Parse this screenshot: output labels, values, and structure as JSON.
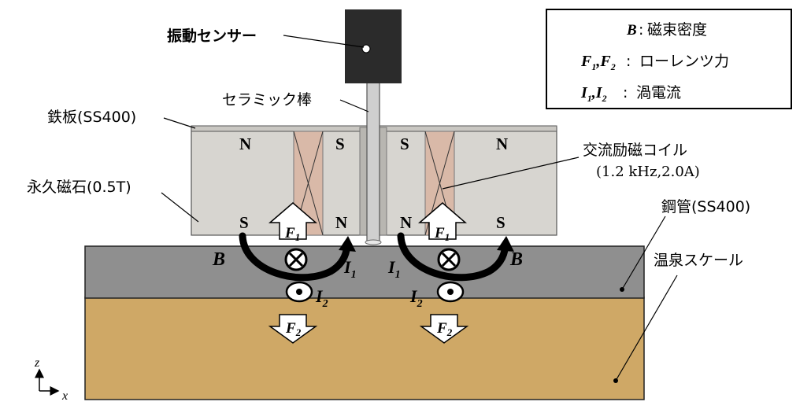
{
  "labels": {
    "vibration_sensor": "振動センサー",
    "ceramic_rod": "セラミック棒",
    "iron_plate": "鉄板(SS400)",
    "permanent_magnet": "永久磁石(0.5T)",
    "ac_coil": "交流励磁コイル",
    "ac_coil_spec": "(1.2 kHz,2.0A)",
    "steel_pipe": "鋼管(SS400)",
    "hot_spring_scale": "温泉スケール"
  },
  "poles": {
    "left_top_outer": "N",
    "left_top_inner": "S",
    "left_bottom_outer": "S",
    "left_bottom_inner": "N",
    "right_top_inner": "S",
    "right_top_outer": "N",
    "right_bottom_inner": "N",
    "right_bottom_outer": "S"
  },
  "legend": {
    "b_symbol": "B",
    "b_desc": "磁束密度",
    "f_symbol": "F1,F2",
    "f_desc": "ローレンツ力",
    "i_symbol": "I1,I2",
    "i_desc": "渦電流"
  },
  "symbols": {
    "flux": "B",
    "force1": "F1",
    "force2": "F2",
    "current1": "I1",
    "current2": "I2",
    "force_letter": "F",
    "current_letter": "I",
    "sub1": "1",
    "sub2": "2"
  },
  "axes": {
    "z": "z",
    "x": "x"
  },
  "colors": {
    "magnet": "#d7d5d0",
    "coil": "#d9b9a8",
    "steel_pipe": "#8f8f8f",
    "scale": "#cfa866",
    "sensor": "#2b2b2b"
  }
}
